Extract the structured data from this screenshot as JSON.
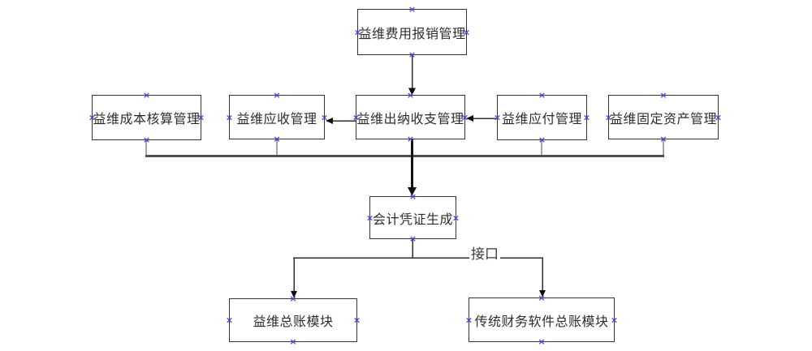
{
  "diagram": {
    "nodes": [
      {
        "id": "expense",
        "label": "益维费用报销管理"
      },
      {
        "id": "cost",
        "label": "益维成本核算管理"
      },
      {
        "id": "receivable",
        "label": "益维应收管理"
      },
      {
        "id": "cashier",
        "label": "益维出纳收支管理"
      },
      {
        "id": "payable",
        "label": "益维应付管理"
      },
      {
        "id": "fixed",
        "label": "益维固定资产管理"
      },
      {
        "id": "voucher",
        "label": "会计凭证生成"
      },
      {
        "id": "ledger",
        "label": "益维总账模块"
      },
      {
        "id": "traditional",
        "label": "传统财务软件总账模块"
      }
    ],
    "edges": [
      {
        "from": "益维费用报销管理",
        "to": "益维出纳收支管理",
        "type": "arrow"
      },
      {
        "from": "益维出纳收支管理",
        "to": "益维应收管理",
        "type": "arrow"
      },
      {
        "from": "益维应付管理",
        "to": "益维出纳收支管理",
        "type": "arrow"
      },
      {
        "from": "益维成本核算管理",
        "to": "会计凭证生成",
        "type": "merged-arrow"
      },
      {
        "from": "益维应收管理",
        "to": "会计凭证生成",
        "type": "merged-arrow"
      },
      {
        "from": "益维出纳收支管理",
        "to": "会计凭证生成",
        "type": "merged-arrow"
      },
      {
        "from": "益维应付管理",
        "to": "会计凭证生成",
        "type": "merged-arrow"
      },
      {
        "from": "益维固定资产管理",
        "to": "会计凭证生成",
        "type": "merged-arrow"
      },
      {
        "from": "会计凭证生成",
        "to": "益维总账模块",
        "type": "arrow"
      },
      {
        "from": "会计凭证生成",
        "to": "传统财务软件总账模块",
        "type": "arrow",
        "label": "接口"
      }
    ]
  },
  "icons": {
    "connection_handle_glyph": "×"
  },
  "colors": {
    "background": "#ffffff",
    "box_border": "#343434",
    "text": "#2d2d2d",
    "line": "#2e2e2e",
    "tree_line": "#4f4f4f",
    "thick_arrow": "#141414",
    "arrowhead": "#0f0f0f",
    "handle": "#4443df"
  }
}
